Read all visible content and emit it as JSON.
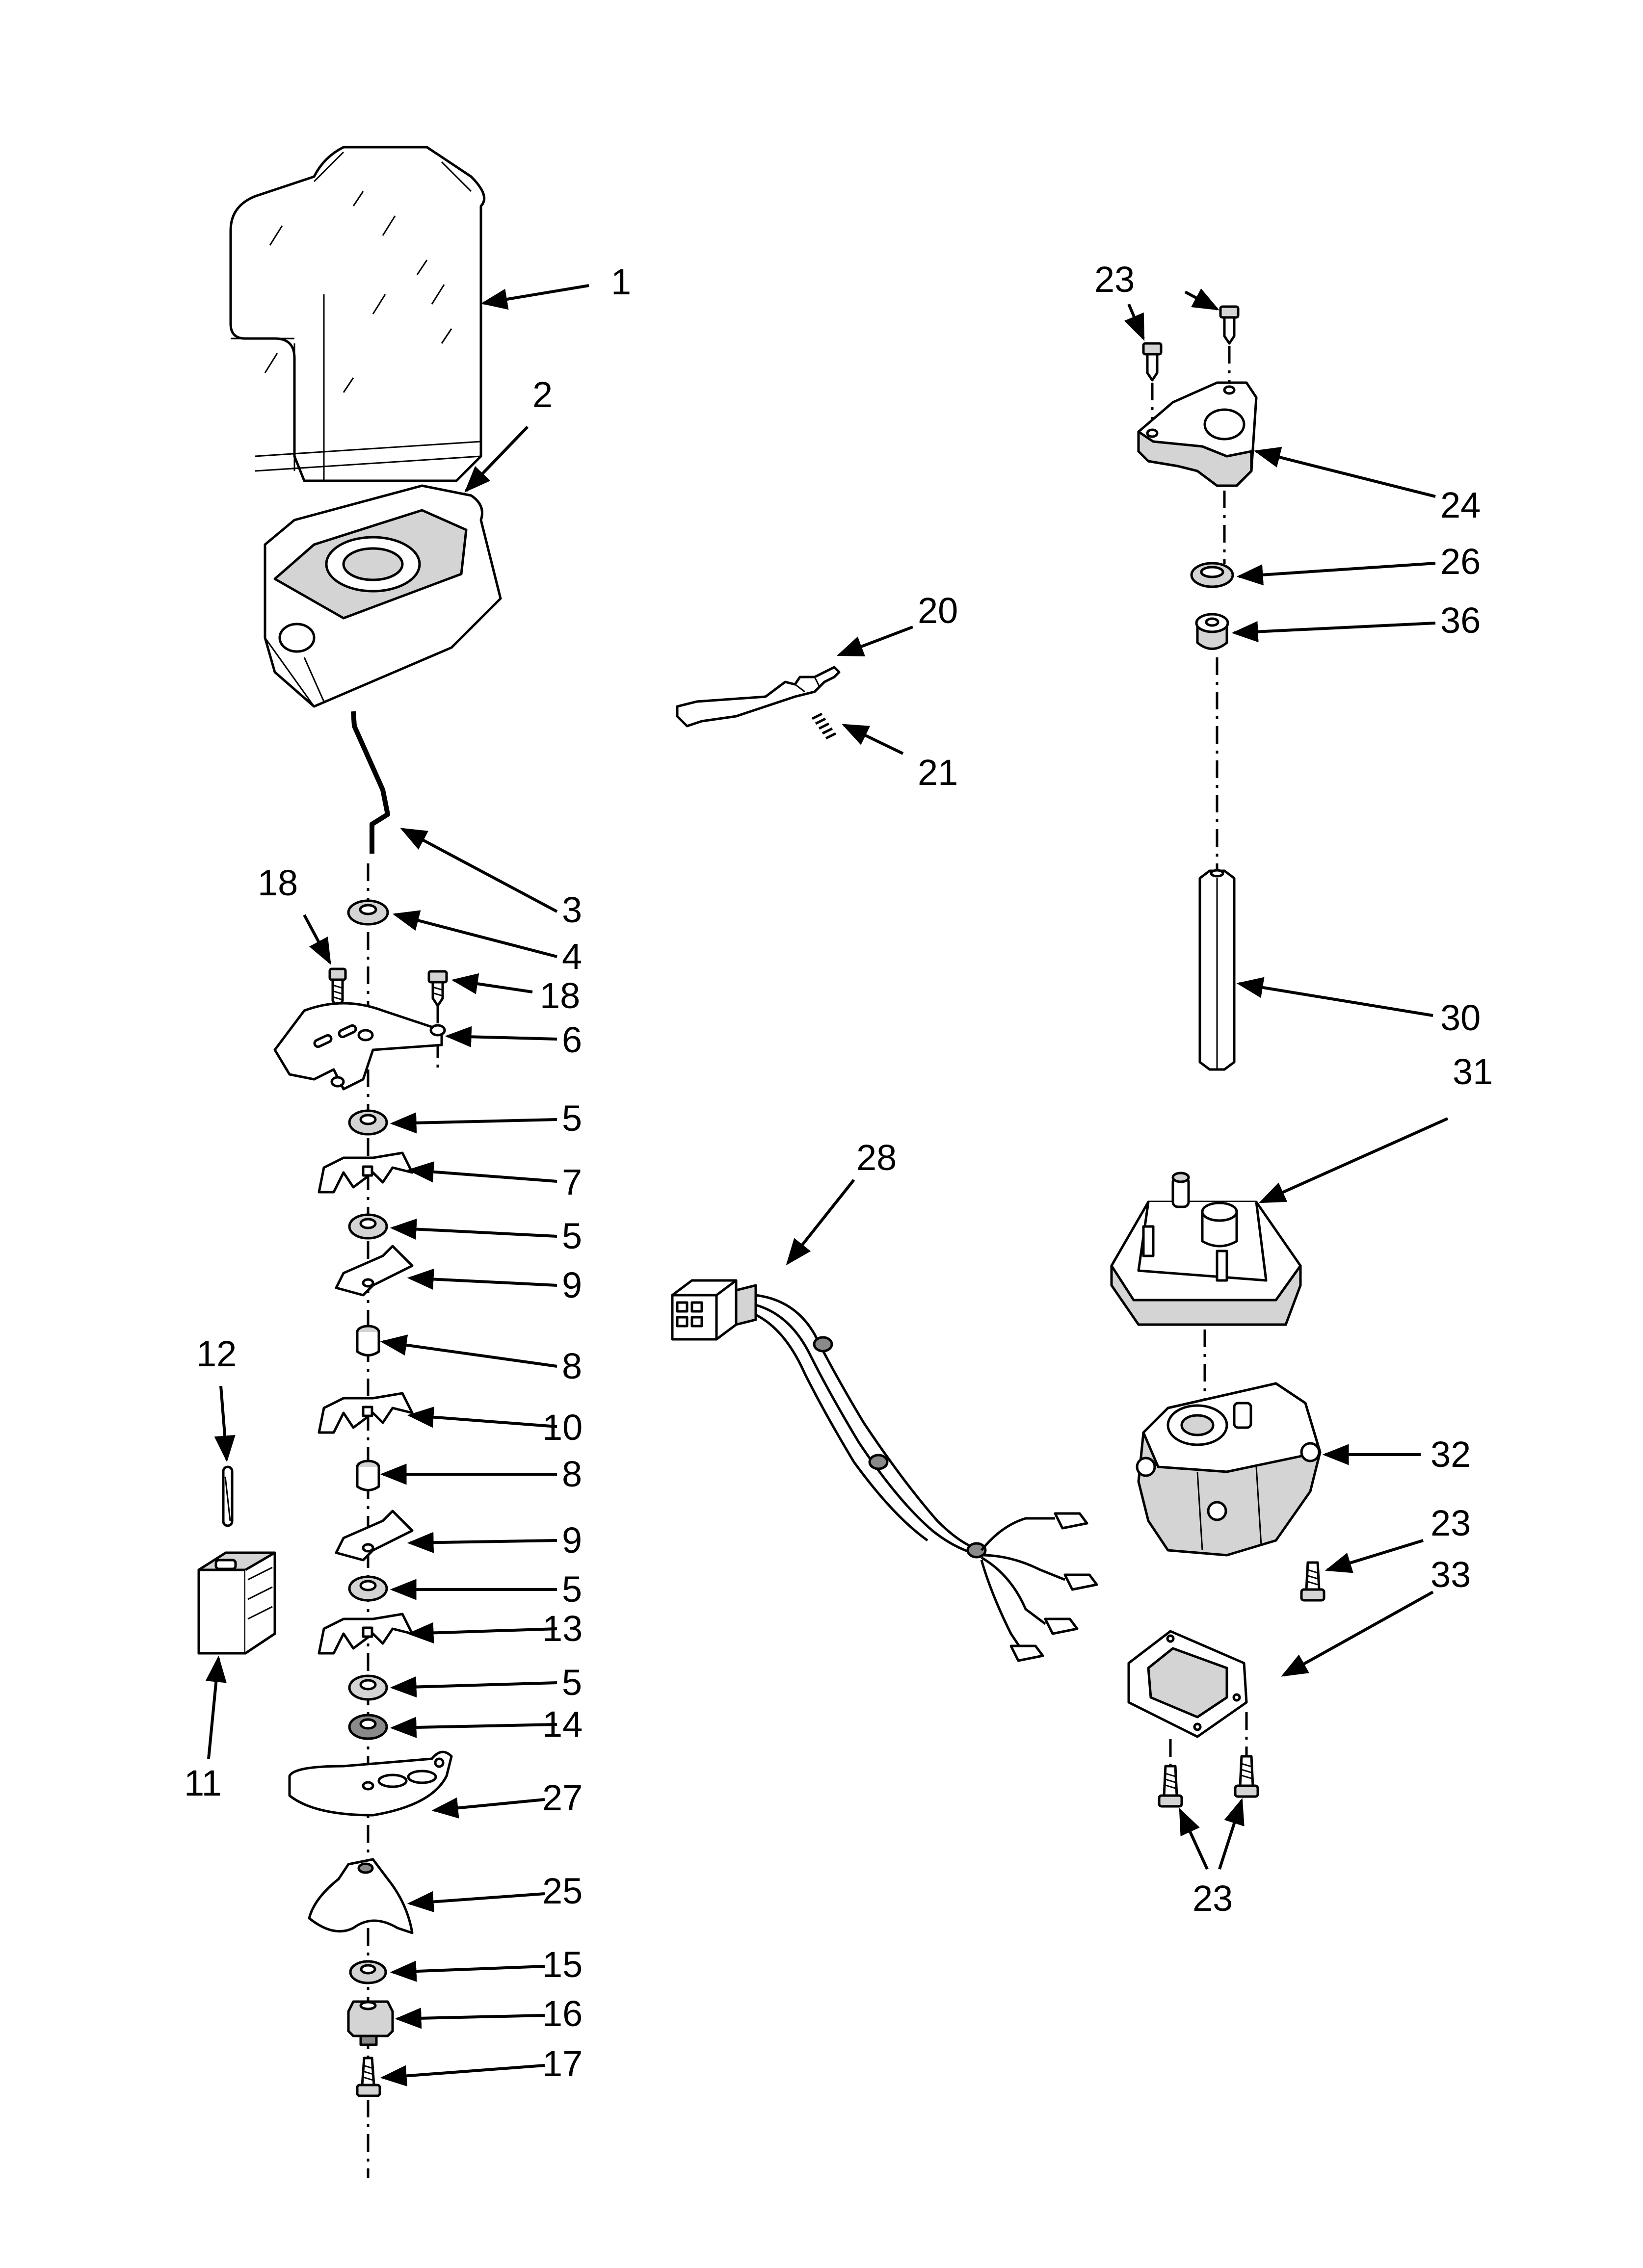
{
  "callouts": [
    "1",
    "2",
    "3",
    "4",
    "18",
    "18",
    "6",
    "5",
    "7",
    "5",
    "9",
    "8",
    "10",
    "8",
    "9",
    "5",
    "13",
    "5",
    "14",
    "27",
    "25",
    "15",
    "16",
    "17",
    "12",
    "11",
    "20",
    "21",
    "23",
    "24",
    "26",
    "36",
    "30",
    "31",
    "28",
    "32",
    "23",
    "33",
    "23"
  ],
  "colors": {
    "ink": "#000000",
    "paper": "#ffffff",
    "shade": "#d4d4d4",
    "dark": "#8a8a8a"
  }
}
